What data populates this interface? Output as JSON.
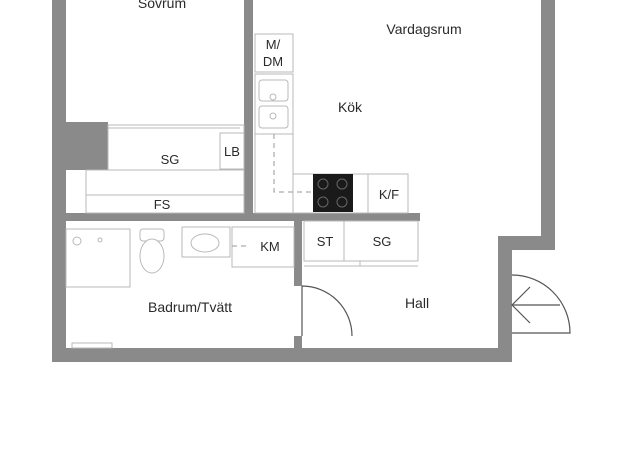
{
  "rooms": {
    "sovrum": "Sovrum",
    "vardagsrum": "Vardagsrum",
    "kok": "Kök",
    "badrum": "Badrum/Tvätt",
    "hall": "Hall"
  },
  "fixtures": {
    "m_dm_line1": "M/",
    "m_dm_line2": "DM",
    "lb": "LB",
    "sg_bedroom": "SG",
    "fs": "FS",
    "kf": "K/F",
    "km": "KM",
    "st": "ST",
    "sg_hall": "SG"
  },
  "colors": {
    "wall": "#8a8a8a",
    "stove": "#1a1a1a"
  }
}
